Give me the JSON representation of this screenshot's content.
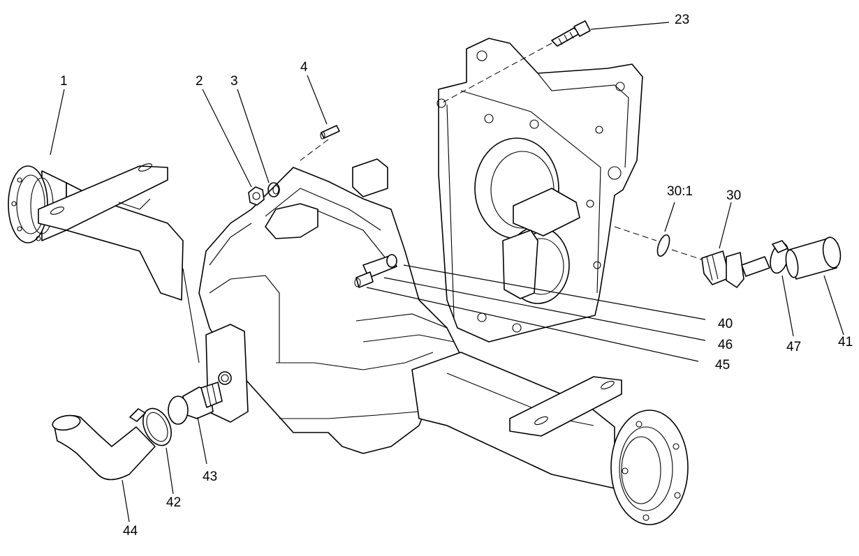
{
  "callouts": {
    "c1": "1",
    "c2": "2",
    "c3": "3",
    "c4": "4",
    "c23": "23",
    "c30_1": "30:1",
    "c30": "30",
    "c40": "40",
    "c46": "46",
    "c45": "45",
    "c47": "47",
    "c41": "41",
    "c43": "43",
    "c42": "42",
    "c44": "44"
  }
}
